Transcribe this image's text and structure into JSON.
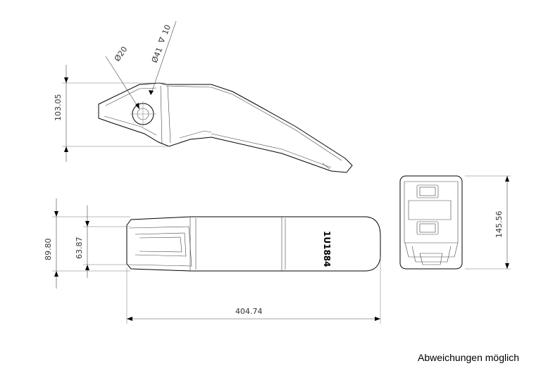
{
  "dimensions": {
    "side_height": "103.05",
    "hole_diameter": "Ø20",
    "boss_diameter": "Ø41",
    "boss_depth": "10",
    "overall_width": "89.80",
    "inner_width": "63.87",
    "overall_length": "404.74",
    "front_height": "145.56"
  },
  "part_marking": "1U1884",
  "note": "Abweichungen möglich",
  "colors": {
    "line": "#000000",
    "dimension": "#333333",
    "background": "#ffffff"
  }
}
